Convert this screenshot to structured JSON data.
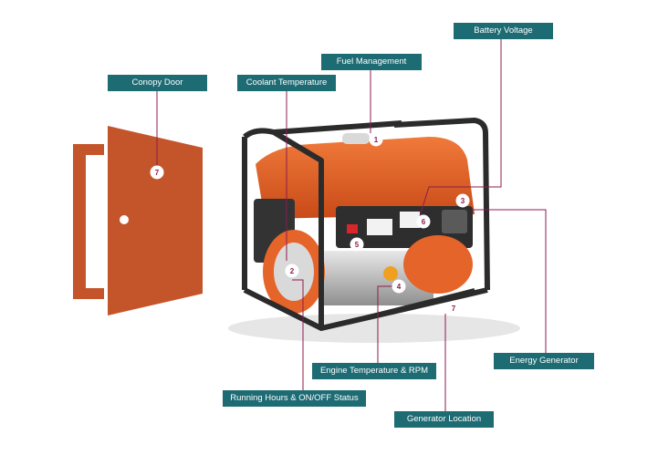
{
  "colors": {
    "label_bg": "#1d6b73",
    "label_text": "#ffffff",
    "leader_line": "#8e1b4e",
    "marker_fill": "#ffffff",
    "marker_text": "#8e1b4e",
    "door": "#c4552b",
    "generator_body": "#e5642a",
    "frame": "#2b2b2b"
  },
  "labels": {
    "canopy_door": "Conopy Door",
    "coolant_temperature": "Coolant Temperature",
    "fuel_management": "Fuel Management",
    "battery_voltage": "Battery Voltage",
    "energy_generator": "Energy Generator",
    "engine_temperature_rpm": "Engine Temperature & RPM",
    "running_hours_status": "Running Hours & ON/OFF Status",
    "generator_location": "Generator Location"
  },
  "markers": {
    "door": "7",
    "fuel": "1",
    "coolant": "2",
    "energy": "3",
    "engine": "4",
    "running": "5",
    "battery": "6",
    "location": "7"
  }
}
